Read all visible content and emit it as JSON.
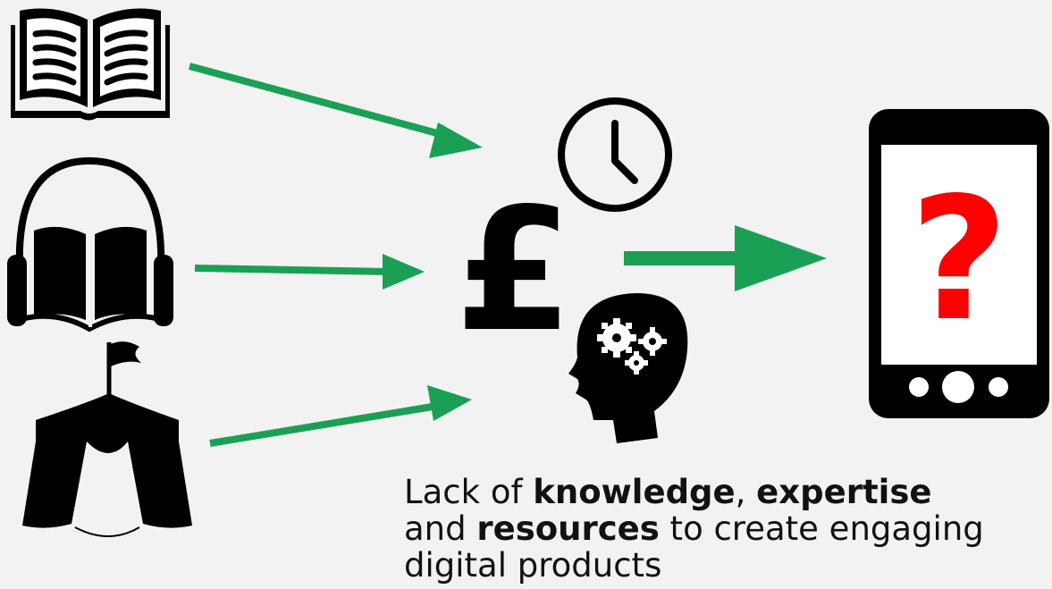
{
  "diagram": {
    "sources": [
      {
        "name": "book-icon"
      },
      {
        "name": "audiobook-headphones-icon"
      },
      {
        "name": "circus-tent-icon"
      }
    ],
    "barriers": [
      {
        "name": "pound-sign-icon"
      },
      {
        "name": "clock-icon"
      },
      {
        "name": "head-gears-icon"
      }
    ],
    "outcome": {
      "name": "smartphone-icon",
      "question_mark": "?",
      "question_color": "#ff0000"
    },
    "barriers_symbol": "£",
    "arrow_color": "#1aa055",
    "caption": {
      "part1": "Lack of ",
      "bold1": "knowledge",
      "part2": ", ",
      "bold2": "expertise",
      "part3": " and ",
      "bold3": "resources",
      "part4": " to create engaging digital products"
    }
  }
}
